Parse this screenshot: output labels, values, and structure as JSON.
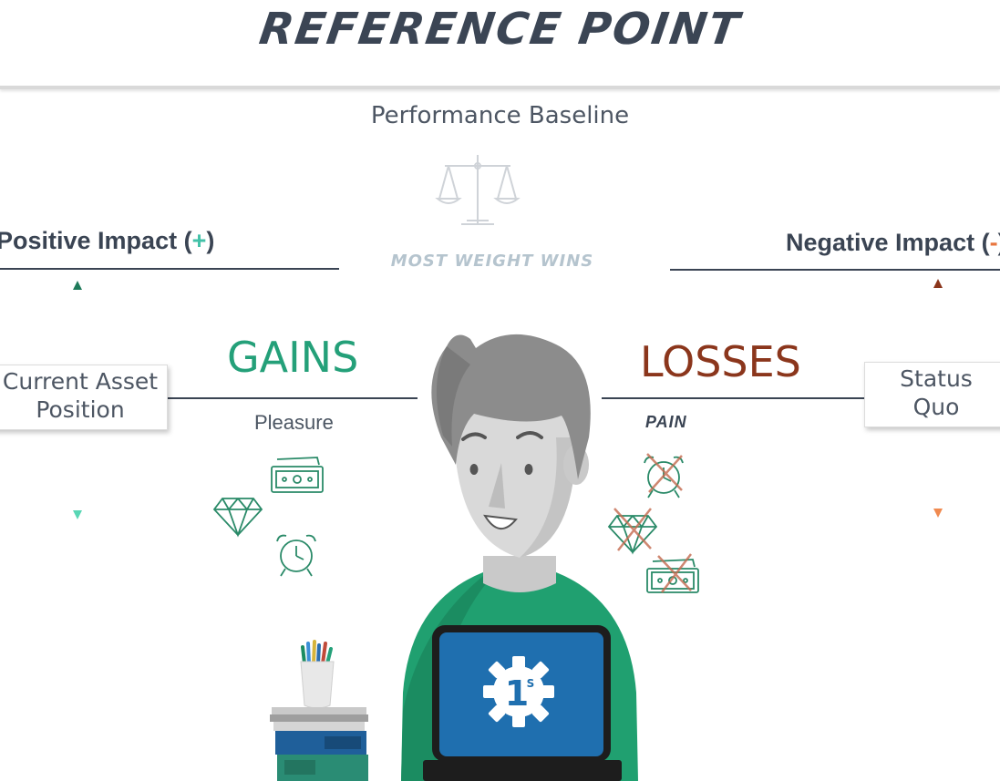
{
  "title": "REFERENCE POINT",
  "baseline": "Performance Baseline",
  "weight_caption": "MOST WEIGHT WINS",
  "positive": {
    "label": "Positive Impact (",
    "sign": "+",
    "close": ")"
  },
  "negative": {
    "label": "Negative Impact (",
    "sign": "-",
    "close": ")"
  },
  "current_asset": {
    "line1": "Current Asset",
    "line2": "Position"
  },
  "status_quo": {
    "line1": "Status",
    "line2": "Quo"
  },
  "gains": "GAINS",
  "losses": "LOSSES",
  "pleasure": "Pleasure",
  "pain": "PAIN",
  "logo_text": "1S",
  "colors": {
    "gain_green": "#24a079",
    "loss_brown": "#8b361c",
    "positive_accent": "#43c1a8",
    "negative_accent": "#e8763f",
    "dark_text": "#3a4453",
    "laptop_blue": "#1f6faf",
    "shirt_green": "#20a070"
  },
  "icons": [
    "scale-icon",
    "money-icon",
    "diamond-icon",
    "alarm-clock-icon",
    "crossed-alarm-clock-icon",
    "crossed-diamond-icon",
    "crossed-money-icon",
    "pencil-cup-icon",
    "books-icon",
    "gear-logo-icon"
  ]
}
